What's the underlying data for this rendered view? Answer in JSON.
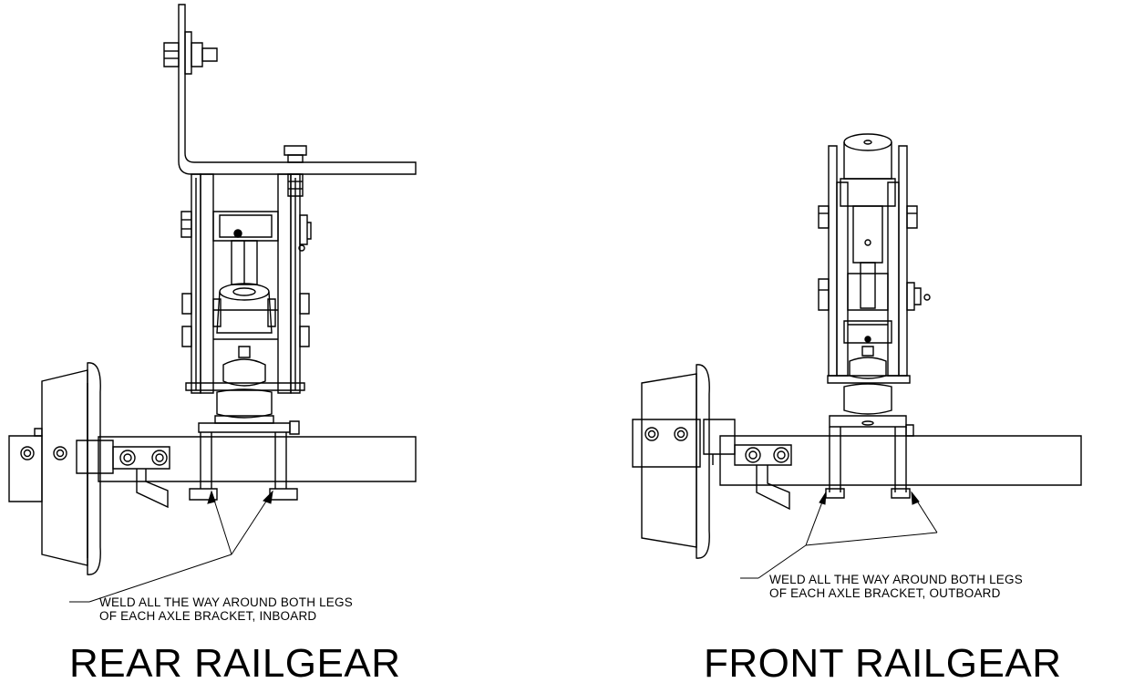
{
  "rear": {
    "title": "REAR RAILGEAR",
    "note_line1": "WELD ALL THE WAY AROUND BOTH LEGS",
    "note_line2": "OF EACH AXLE BRACKET, INBOARD"
  },
  "front": {
    "title": "FRONT RAILGEAR",
    "note_line1": "WELD ALL THE WAY AROUND BOTH LEGS",
    "note_line2": "OF EACH AXLE BRACKET, OUTBOARD"
  },
  "colors": {
    "line": "#000000",
    "background": "#ffffff"
  }
}
